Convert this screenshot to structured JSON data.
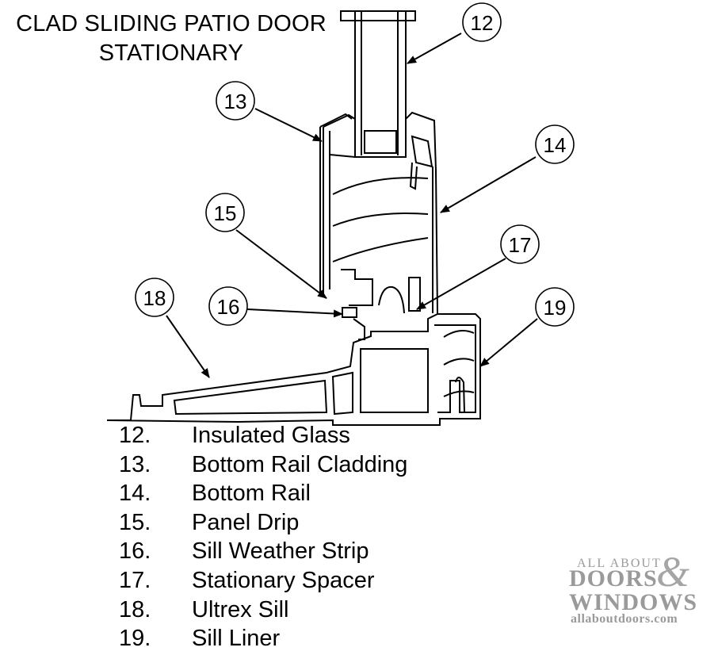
{
  "title": {
    "line1": "CLAD SLIDING PATIO DOOR",
    "line2": "STATIONARY"
  },
  "callouts": [
    "12",
    "13",
    "14",
    "15",
    "16",
    "17",
    "18",
    "19"
  ],
  "legend": [
    {
      "num": "12.",
      "label": "Insulated Glass"
    },
    {
      "num": "13.",
      "label": "Bottom Rail Cladding"
    },
    {
      "num": "14.",
      "label": "Bottom Rail"
    },
    {
      "num": "15.",
      "label": "Panel Drip"
    },
    {
      "num": "16.",
      "label": "Sill Weather Strip"
    },
    {
      "num": "17.",
      "label": "Stationary Spacer"
    },
    {
      "num": "18.",
      "label": "Ultrex Sill"
    },
    {
      "num": "19.",
      "label": "Sill Liner"
    }
  ],
  "watermark": {
    "top": "ALL ABOUT",
    "line1": "DOORS",
    "amp": "&",
    "line2": "WINDOWS",
    "url": "allaboutdoors.com"
  }
}
